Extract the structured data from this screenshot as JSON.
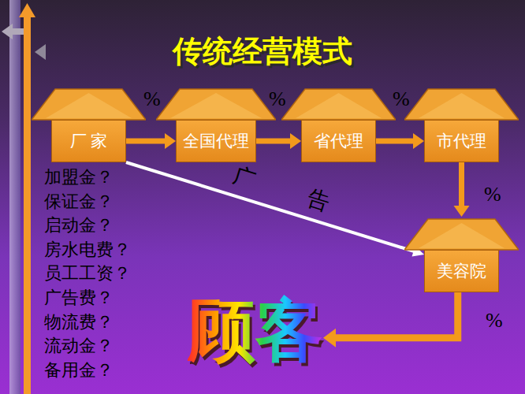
{
  "diagram": {
    "title": "传统经营模式",
    "nodes": [
      {
        "text": [
          "厂 家"
        ]
      },
      {
        "text": [
          "全国代理"
        ]
      },
      {
        "text": [
          "省代理"
        ]
      },
      {
        "text": [
          "市代理"
        ]
      },
      {
        "text": [
          "美容院"
        ]
      },
      {
        "text": [
          "顾客"
        ]
      }
    ],
    "edges": [
      {
        "from": 0,
        "to": 1,
        "arrow": "to"
      },
      {
        "from": 1,
        "to": 2,
        "arrow": "to"
      },
      {
        "from": 2,
        "to": 3,
        "arrow": "to"
      },
      {
        "from": 3,
        "to": 4,
        "arrow": "to"
      },
      {
        "from": 0,
        "to": 4,
        "label": "广告",
        "arrow": "to"
      },
      {
        "from": 4,
        "to": 5,
        "arrow": "to"
      }
    ],
    "labels": [
      "%",
      "%",
      "%",
      "加盟金？",
      "保证金？",
      "启动金？",
      "房水电费？",
      "员工工资？",
      "广告费？",
      "物流费？",
      "流动金？",
      "备用金？",
      "%",
      "%"
    ]
  }
}
